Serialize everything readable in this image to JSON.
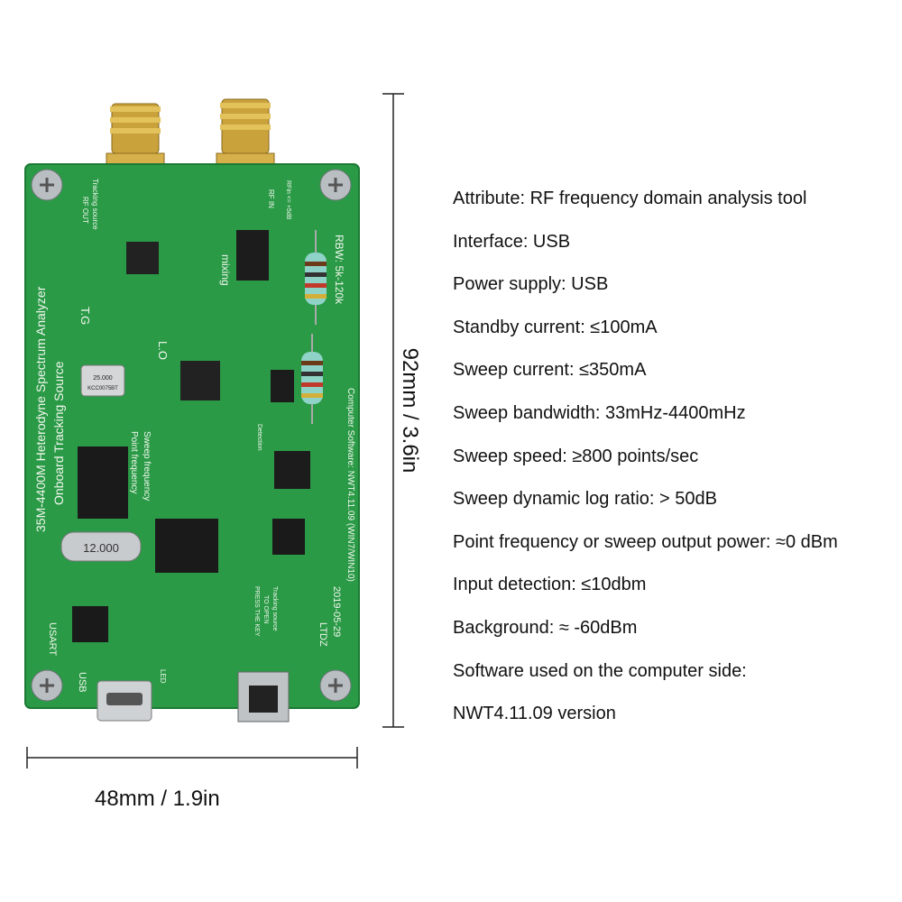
{
  "specs": [
    "Attribute: RF frequency domain analysis tool",
    "Interface: USB",
    "Power supply: USB",
    "Standby current: ≤100mA",
    "Sweep current: ≤350mA",
    "Sweep bandwidth: 33mHz-4400mHz",
    "Sweep speed: ≥800 points/sec",
    "Sweep dynamic log ratio: > 50dB",
    "Point frequency or sweep output power: ≈0 dBm",
    "Input detection: ≤10dbm",
    "Background: ≈ -60dBm",
    "Software used on the computer side:",
    "NWT4.11.09 version"
  ],
  "dimensions": {
    "width_label": "48mm / 1.9in",
    "height_label": "92mm / 3.6in"
  },
  "board": {
    "title_line1": "35M-4400M Heterodyne Spectrum Analyzer",
    "title_line2": "Onboard Tracking Source",
    "rf_out": "RF OUT",
    "tracking_source": "Tracking source",
    "rf_in": "RF IN",
    "rf_in_note": "RFin <= +5dB",
    "rbw": "RBW: 5k-120k",
    "software": "Computer Software: NWT4.11.09 (WIN7/WIN10)",
    "date": "2019-05-29",
    "brand": "LTDZ",
    "key_note_line1": "PRESS THE KEY",
    "key_note_line2": "TO OPEN",
    "key_note_line3": "Tracking source",
    "tg": "T.G",
    "lo": "L.O",
    "mixing": "mixing",
    "point_frequency": "Point frequency",
    "sweep_frequency": "Sweep frequency",
    "detection": "Detection",
    "usart": "USART",
    "usb": "USB",
    "led": "LED",
    "crystal_top": "25.000",
    "crystal_top_sub": "KCC0075BT",
    "crystal_bottom": "12.000"
  }
}
